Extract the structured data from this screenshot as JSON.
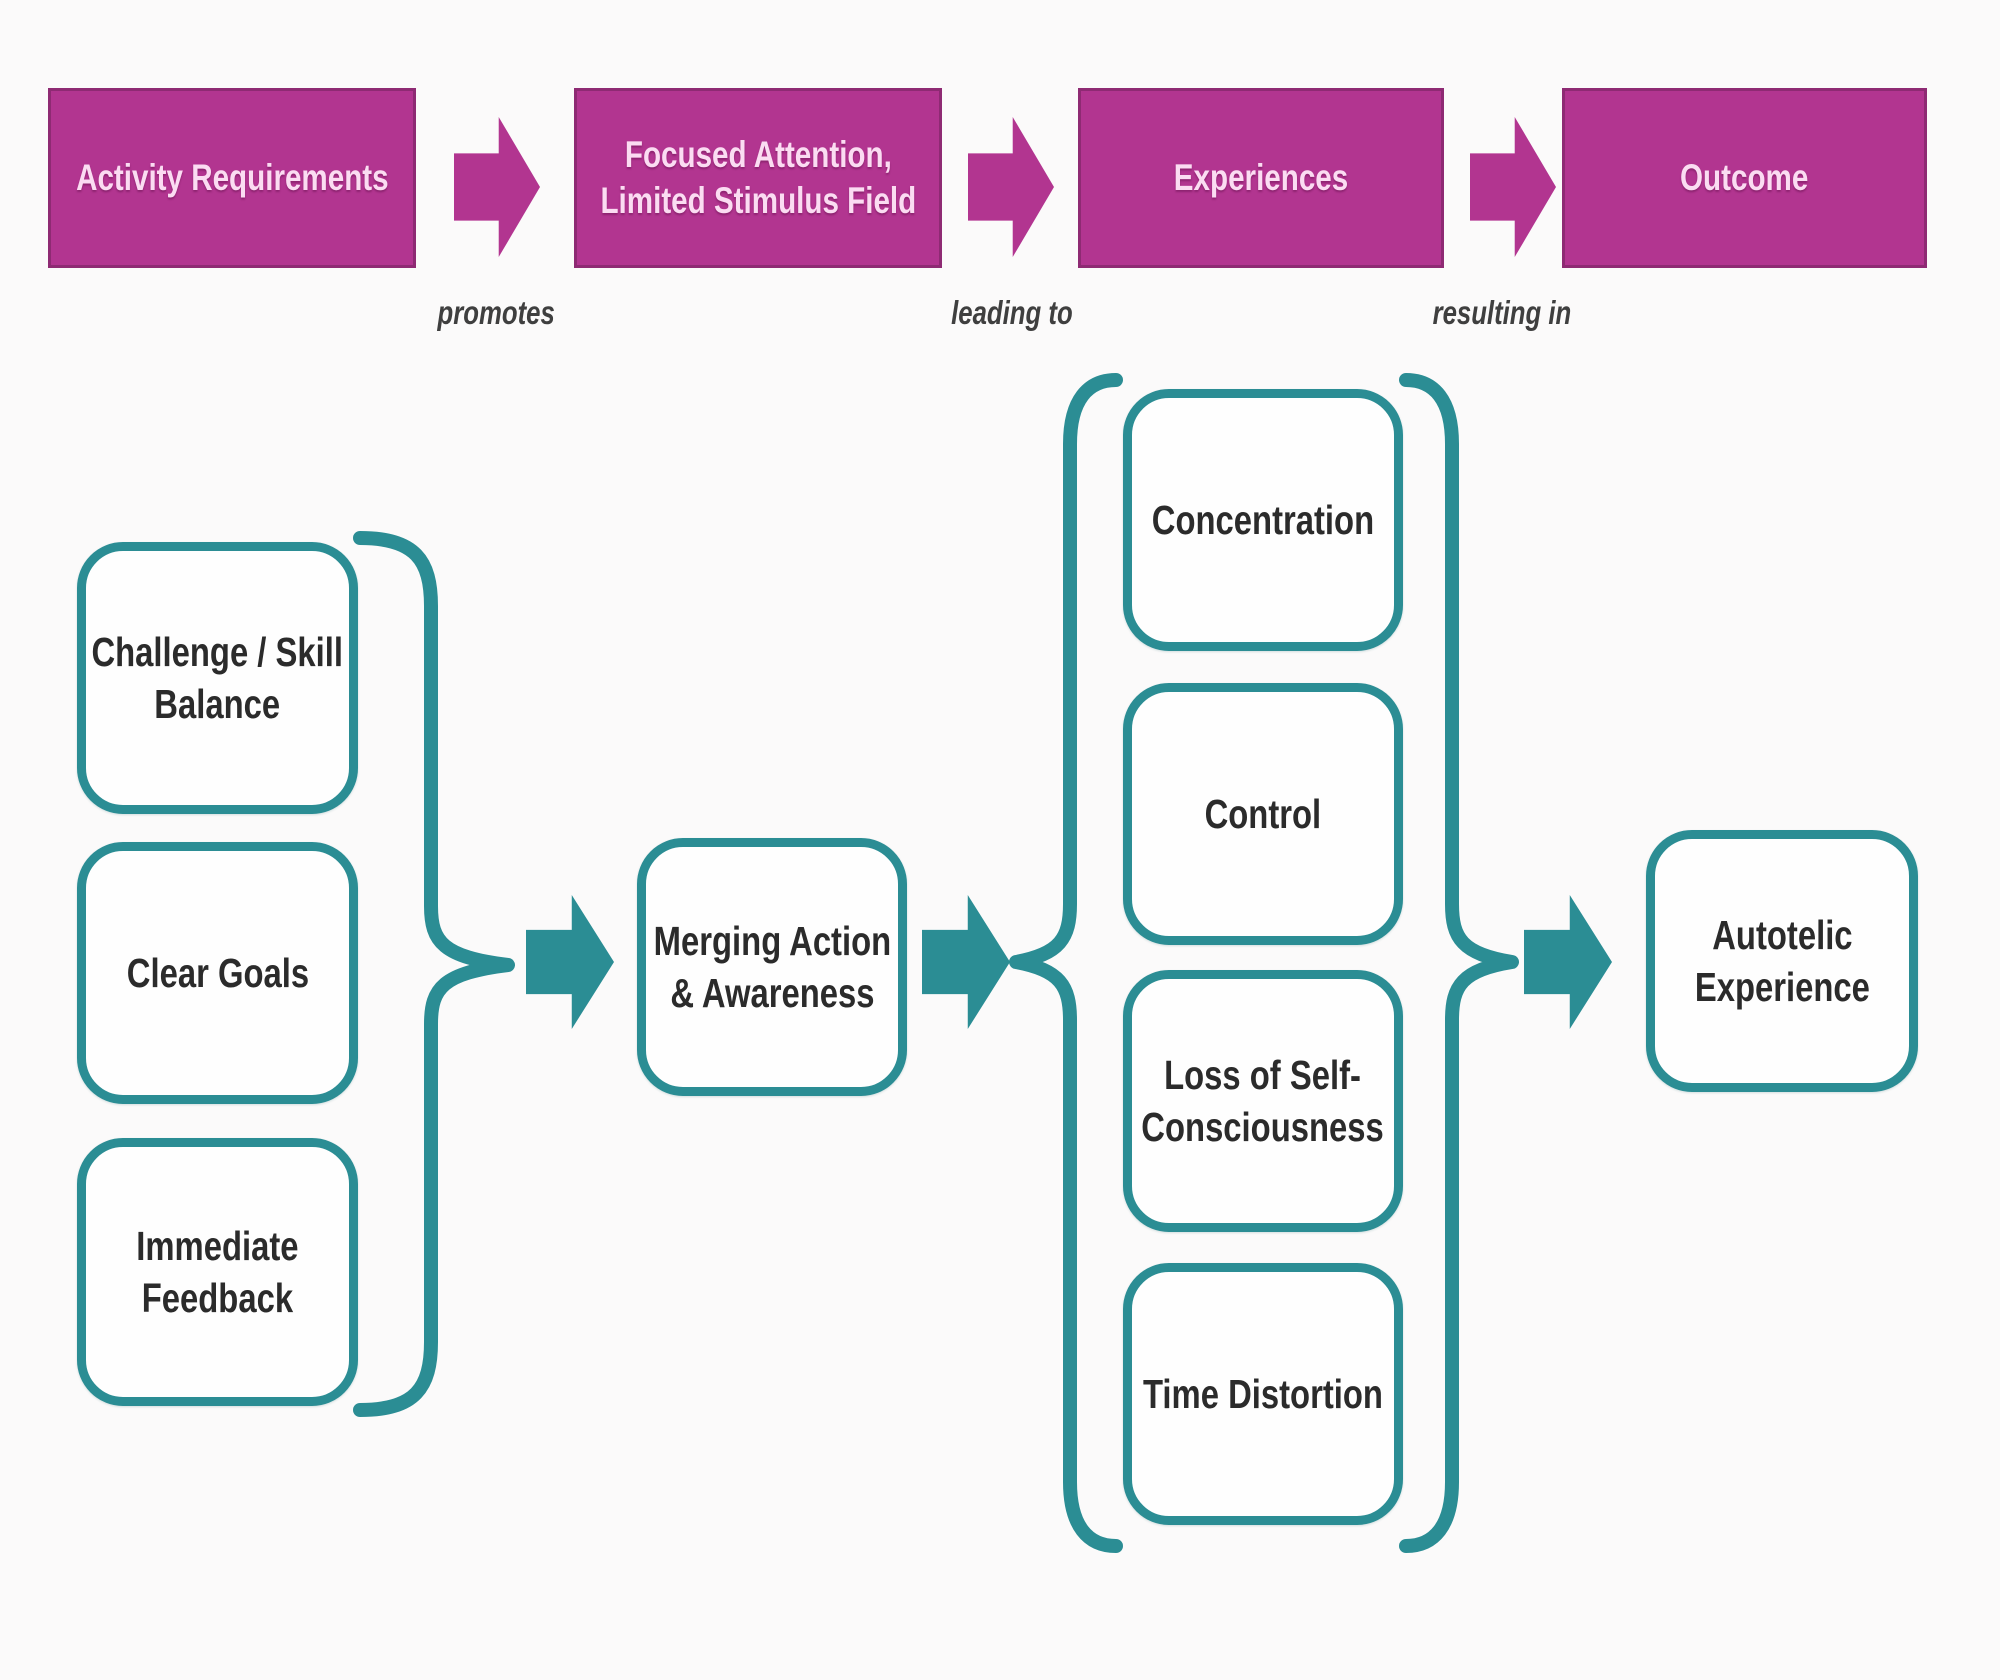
{
  "palette": {
    "background": "#fbfafa",
    "magenta": "#b23590",
    "magenta_border": "#8e2a73",
    "magenta_text": "#fbdcf2",
    "teal": "#2b8d94",
    "node_text": "#2b2b2b",
    "label_text": "#3f3f3f"
  },
  "icons": {
    "flow_arrow": "right-block-arrow",
    "group_brace": "curly-brace"
  },
  "top_flow": {
    "boxes": [
      {
        "label": "Activity Requirements"
      },
      {
        "label": "Focused Attention,\nLimited Stimulus Field"
      },
      {
        "label": "Experiences"
      },
      {
        "label": "Outcome"
      }
    ],
    "connector_labels": [
      "promotes",
      "leading to",
      "resulting in"
    ]
  },
  "activity_requirements": {
    "items": [
      {
        "label": "Challenge / Skill\nBalance"
      },
      {
        "label": "Clear Goals"
      },
      {
        "label": "Immediate\nFeedback"
      }
    ]
  },
  "process": {
    "merging_label": "Merging Action\n& Awareness"
  },
  "experiences": {
    "items": [
      {
        "label": "Concentration"
      },
      {
        "label": "Control"
      },
      {
        "label": "Loss of Self-\nConsciousness"
      },
      {
        "label": "Time Distortion"
      }
    ]
  },
  "outcome": {
    "label": "Autotelic\nExperience"
  }
}
